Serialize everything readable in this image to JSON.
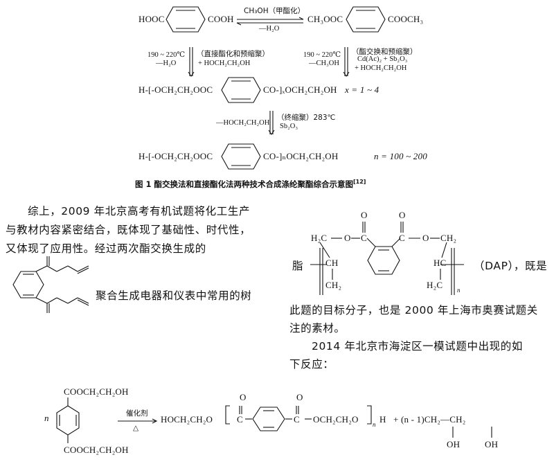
{
  "figure": {
    "row1": {
      "left_acid": "HOOC",
      "left_acid_right": "COOH",
      "arrow_top": "CH₃OH（甲酯化）",
      "arrow_bottom": "—H₂O",
      "ester_left": "CH₃OOC",
      "ester_right": "COOCH₃"
    },
    "cond_left_temp": "190 ~ 220℃",
    "cond_left_minus": "—H₂O",
    "cond_left_paren": "（直接酯化和预缩聚）",
    "cond_left_plus": "+ HOCH₂CH₂OH",
    "cond_right_temp": "190 ~ 220℃",
    "cond_right_minus": "—CH₃OH",
    "cond_right_paren": "（酯交换和预缩聚）",
    "cond_right_cat": "Cd(Ac)₂ + Sb₂O₃",
    "cond_right_plus": "+ HOCH₂CH₂OH",
    "oligomer_left": "H-[-OCH₂CH₂OOC",
    "oligomer_right": "CO-]ₓOCH₂CH₂OH",
    "oligomer_range": "x = 1 ~ 4",
    "cond_mid_left": "—HOCH₂CH₂OH",
    "cond_mid_paren": "（终缩聚）283℃",
    "cond_mid_cat": "Sb₂O₃",
    "polymer_left": "H-[-OCH₂CH₂OOC",
    "polymer_right": "CO-]ₙOCH₂CH₂OH",
    "polymer_range": "n = 100 ~ 200",
    "caption": "图 1   酯交换法和直接酯化法两种技术合成涤纶聚酯综合示意图",
    "caption_ref": "[12]"
  },
  "body": {
    "line1": "综上，2009 年北京高考有机试题将化工生产",
    "line2": "与教材内容紧密结合，既体现了基础性、时代性，",
    "line3": "又体现了应用性。经过两次酯交换生成的",
    "line4_right_prefix": "脂",
    "line4_right_suffix": "（DAP），既是",
    "line5_left": "聚合生成电器和仪表中常用的树",
    "line6": "此题的目标分子，也是 2000 年上海市奥赛试题关",
    "line7": "注的素材。",
    "line8": "2014 年北京市海淀区一模试题中出现的如",
    "line9": "下反应："
  },
  "dap": {
    "h2c": "H₂C",
    "o1": "O",
    "c1": "C",
    "o_dbl1": "O",
    "c2": "C",
    "o_dbl2": "O",
    "o2": "O",
    "ch2": "CH₂",
    "ch_left": "CH",
    "hc_right": "HC",
    "ch2_bottom_left": "CH₂",
    "h2c_bottom_right": "H₂C",
    "n": "n"
  },
  "reaction2": {
    "n_prefix": "n",
    "sub_top": "COOCH₂CH₂OH",
    "sub_bottom": "COOCH₂CH₂OH",
    "catalyst": "催化剂",
    "heat": "△",
    "product_left": "HOCH₂CH₂O",
    "product_c1": "C",
    "product_c2": "C",
    "product_o1": "O",
    "product_o2": "O",
    "product_mid": "OCH₂CH₂O",
    "product_h": "H",
    "byproduct": "+ (n - 1)CH₂—CH₂",
    "oh1": "OH",
    "oh2": "OH",
    "n_sub": "n"
  }
}
